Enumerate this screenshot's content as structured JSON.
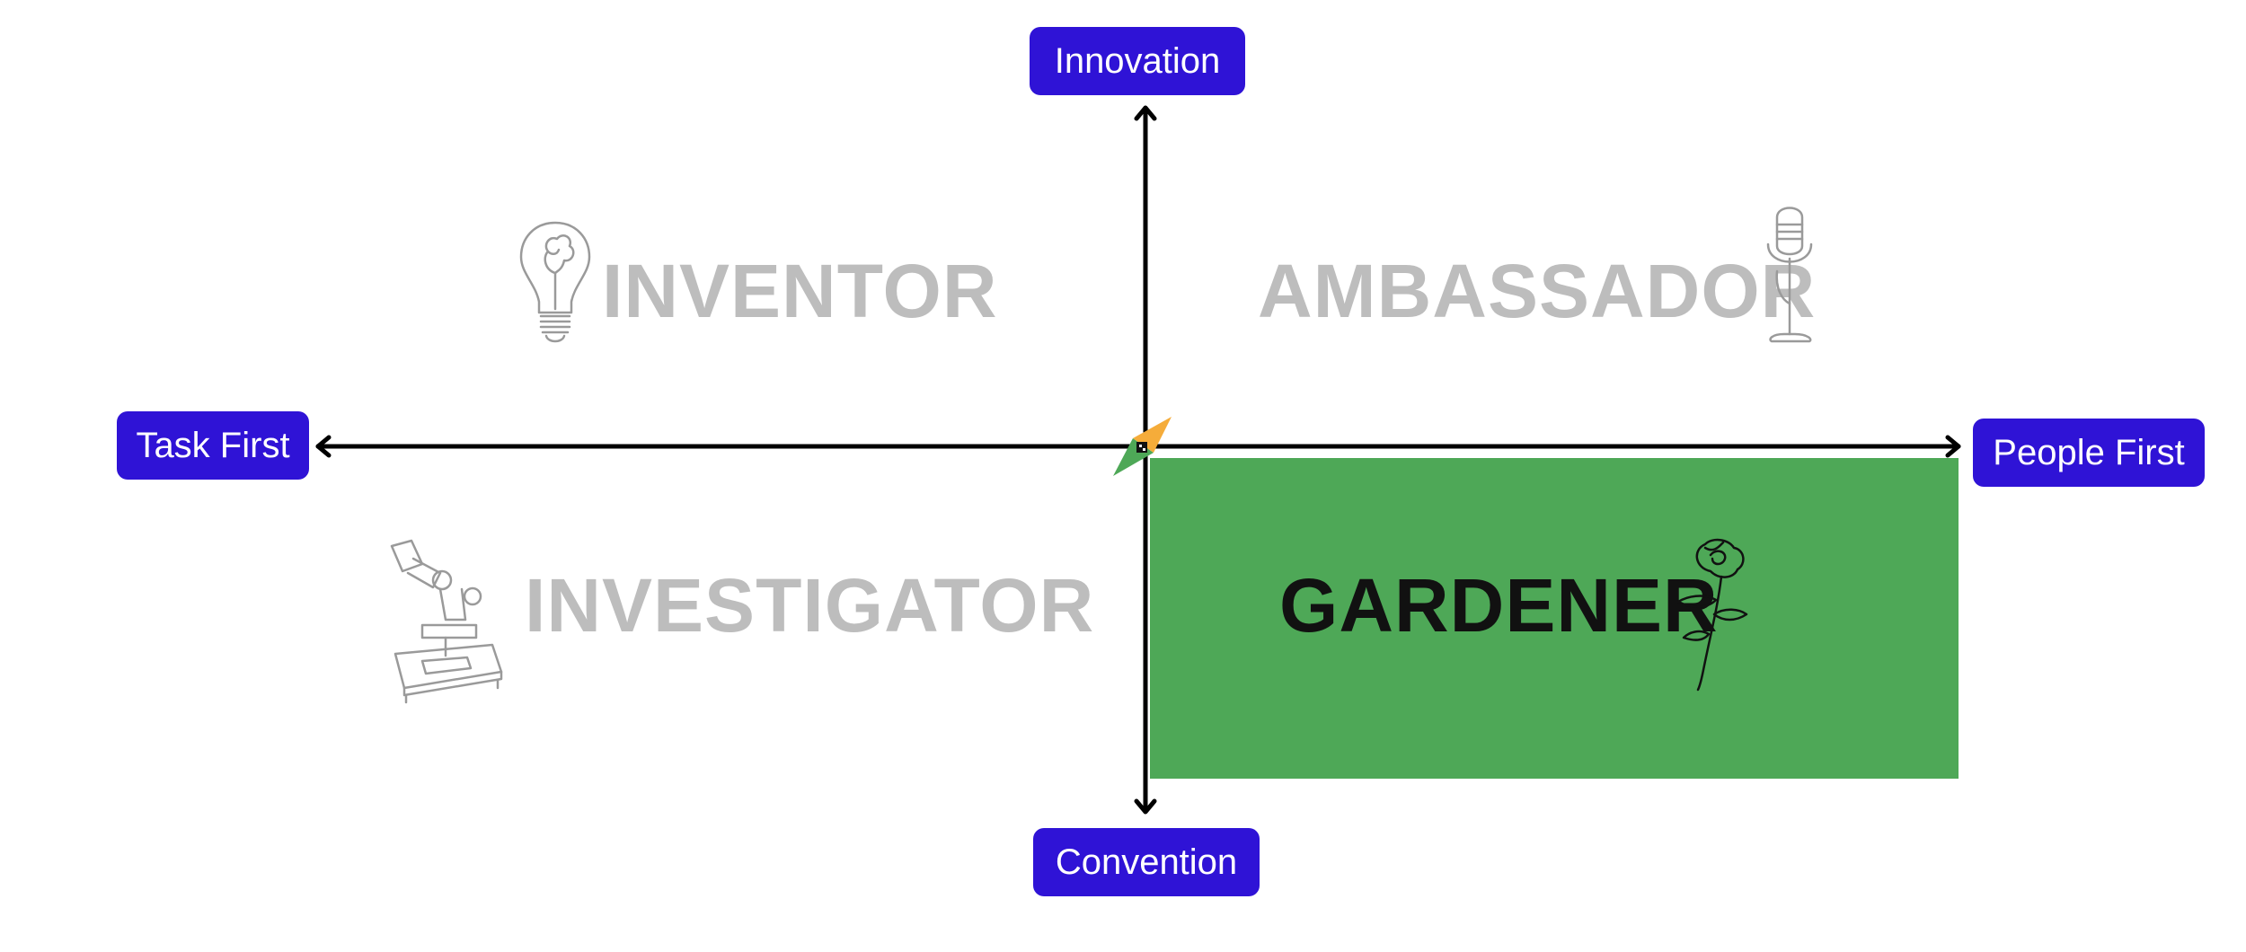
{
  "axes": {
    "top": "Innovation",
    "bottom": "Convention",
    "left": "Task First",
    "right": "People First"
  },
  "quadrants": {
    "top_left": {
      "label": "INVENTOR",
      "icon": "lightbulb-icon",
      "highlighted": false
    },
    "top_right": {
      "label": "AMBASSADOR",
      "icon": "microphone-icon",
      "highlighted": false
    },
    "bottom_left": {
      "label": "INVESTIGATOR",
      "icon": "microscope-icon",
      "highlighted": false
    },
    "bottom_right": {
      "label": "GARDENER",
      "icon": "rose-icon",
      "highlighted": true
    }
  },
  "colors": {
    "label_bg": "#2f13d6",
    "highlight": "#4ea857",
    "dimmed_text": "#bdbdbd",
    "active_text": "#111111",
    "marker_green": "#4ea857",
    "marker_orange": "#f5ac3a"
  }
}
